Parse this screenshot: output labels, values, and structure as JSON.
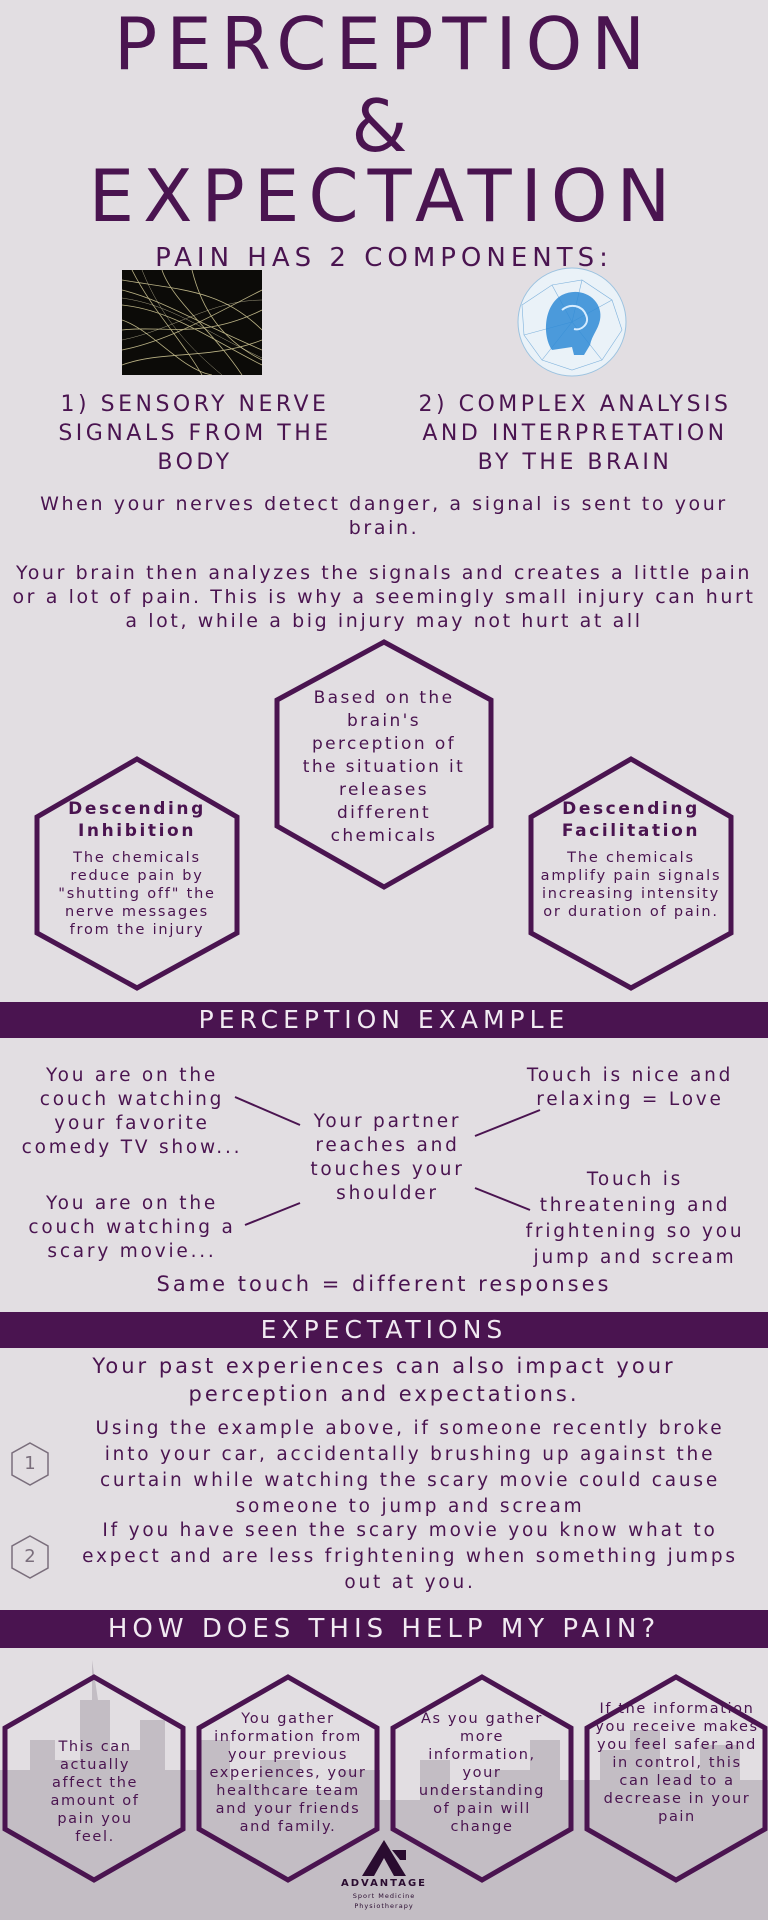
{
  "header": {
    "title_line1": "PERCEPTION",
    "title_line2": "&",
    "title_line3": "EXPECTATION",
    "subtitle": "PAIN HAS 2 COMPONENTS:"
  },
  "components": {
    "left_image_icon": "nerve-fibers-image",
    "right_image_icon": "brain-network-image",
    "left_label": "1) SENSORY NERVE SIGNALS FROM THE BODY",
    "right_label": "2) COMPLEX ANALYSIS AND INTERPRETATION BY THE BRAIN"
  },
  "intro": {
    "p1": "When your nerves detect danger, a signal is sent to your brain.",
    "p2": "Your brain then analyzes the signals and creates a little pain or a lot of pain. This is why a seemingly small injury can hurt a lot, while a big injury may not hurt at all"
  },
  "hexagons": {
    "center": "Based on the brain's perception of the situation it releases different chemicals",
    "left_title": "Descending Inhibition",
    "left_body": "The chemicals reduce pain by \"shutting off\" the nerve messages from the injury",
    "right_title": "Descending Facilitation",
    "right_body": "The chemicals amplify pain signals increasing intensity or duration of pain."
  },
  "perception_example": {
    "band": "PERCEPTION EXAMPLE",
    "left_top": "You are on the couch watching your favorite comedy TV show...",
    "left_bottom": "You are on the couch watching a scary movie...",
    "center": "Your partner reaches and touches your shoulder",
    "right_top": "Touch is nice and relaxing = Love",
    "right_bottom": "Touch is threatening and frightening so you jump and scream",
    "summary": "Same touch = different responses"
  },
  "expectations": {
    "band": "EXPECTATIONS",
    "intro": "Your past experiences can also impact your perception and expectations.",
    "steps": [
      {
        "number": "1",
        "text": "Using the example above, if someone recently broke into your car, accidentally brushing up against the curtain while watching the scary movie could cause someone to jump and scream"
      },
      {
        "number": "2",
        "text": "If you have seen the scary movie you know what to expect and are less frightening when something jumps out at you."
      }
    ]
  },
  "help": {
    "band": "HOW DOES THIS HELP MY PAIN?",
    "hex": [
      "This can actually affect the amount of pain you feel.",
      "You gather information from your previous experiences, your healthcare team and your friends and family.",
      "As you gather more information, your understanding of pain will change",
      "If the information you receive makes you feel safer and in control, this can lead to a decrease in your pain"
    ]
  },
  "footer": {
    "brand": "ADVANTAGE",
    "tagline1": "Sport Medicine",
    "tagline2": "Physiotherapy",
    "logo_icon": "advantage-logo-icon"
  },
  "colors": {
    "background": "#e2dee2",
    "purple": "#4a1450",
    "band_text": "#f1eaf2",
    "skyline": "#b8b2ba"
  }
}
